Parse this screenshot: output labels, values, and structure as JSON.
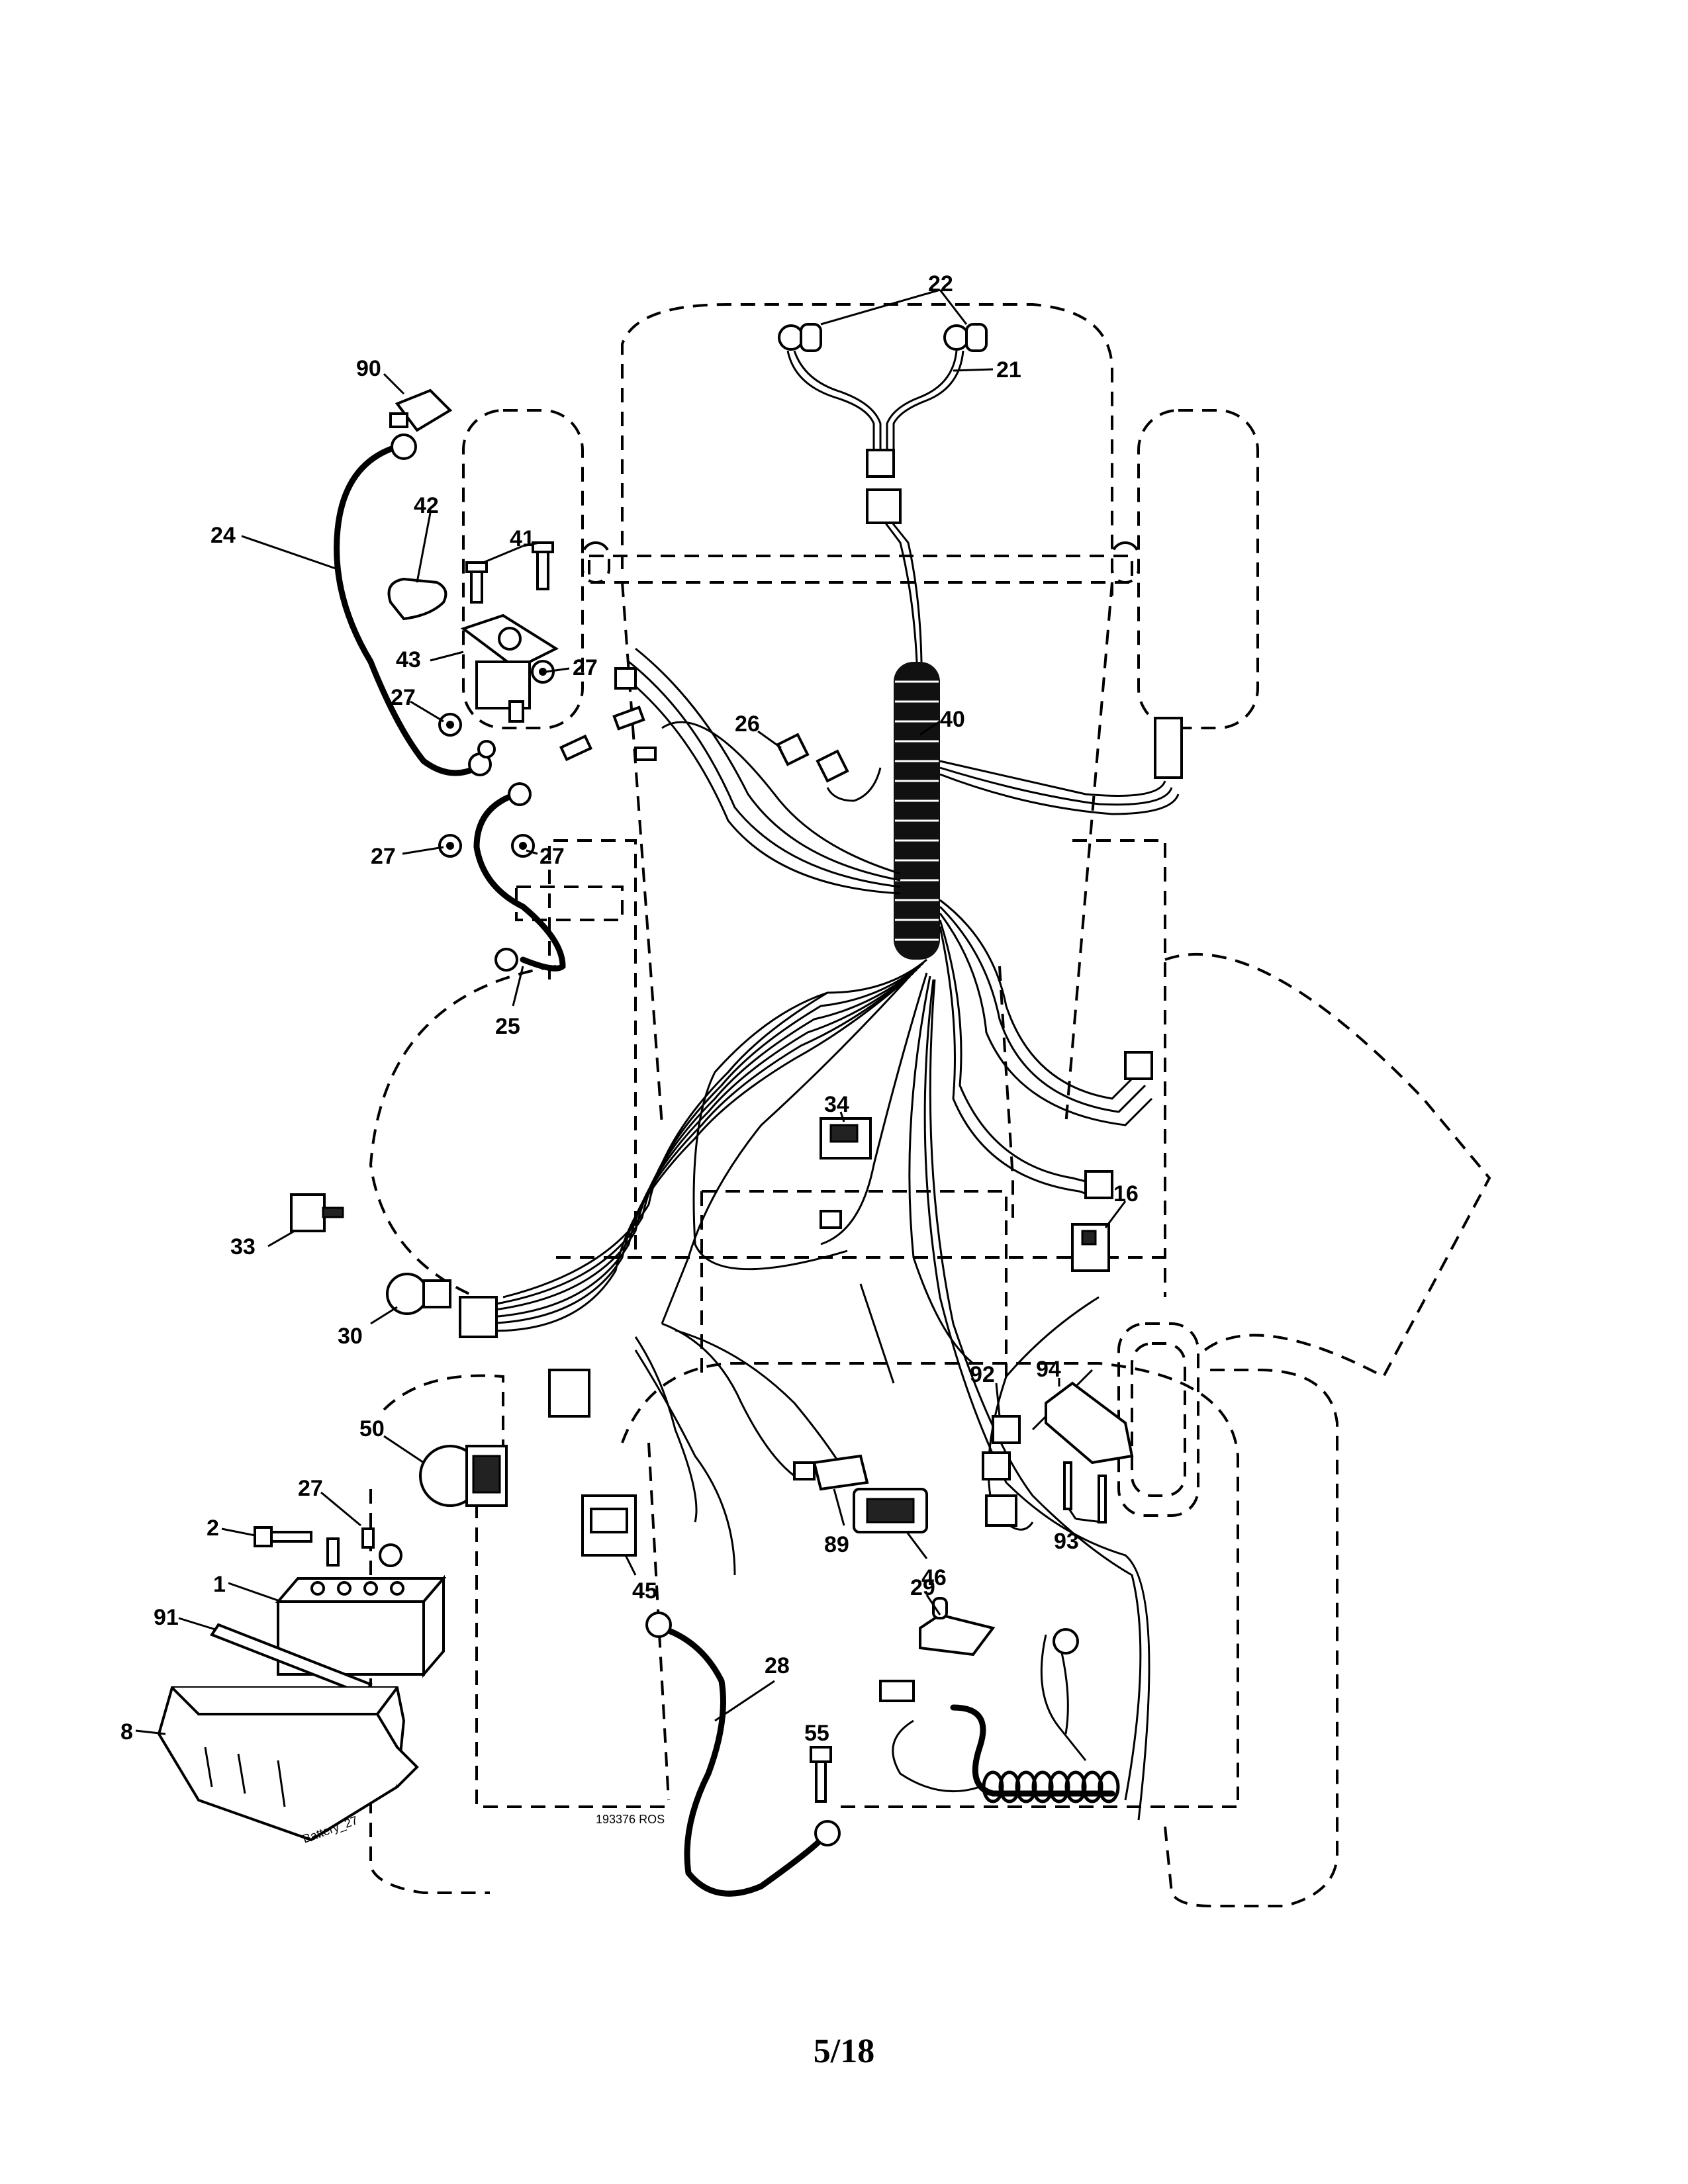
{
  "callouts": {
    "c22": "22",
    "c21": "21",
    "c90": "90",
    "c24": "24",
    "c42": "42",
    "c41": "41",
    "c43": "43",
    "c27a": "27",
    "c27b": "27",
    "c27c": "27",
    "c27d": "27",
    "c27e": "27",
    "c26": "26",
    "c40": "40",
    "c25": "25",
    "c34": "34",
    "c16": "16",
    "c33": "33",
    "c30": "30",
    "c50": "50",
    "c2": "2",
    "c1": "1",
    "c91": "91",
    "c8": "8",
    "c92": "92",
    "c94": "94",
    "c93": "93",
    "c89": "89",
    "c46": "46",
    "c45": "45",
    "c29": "29",
    "c28": "28",
    "c55": "55"
  },
  "drawing_code": "193376 ROS",
  "battery_label": "Battery_27",
  "page_number": "5/18"
}
